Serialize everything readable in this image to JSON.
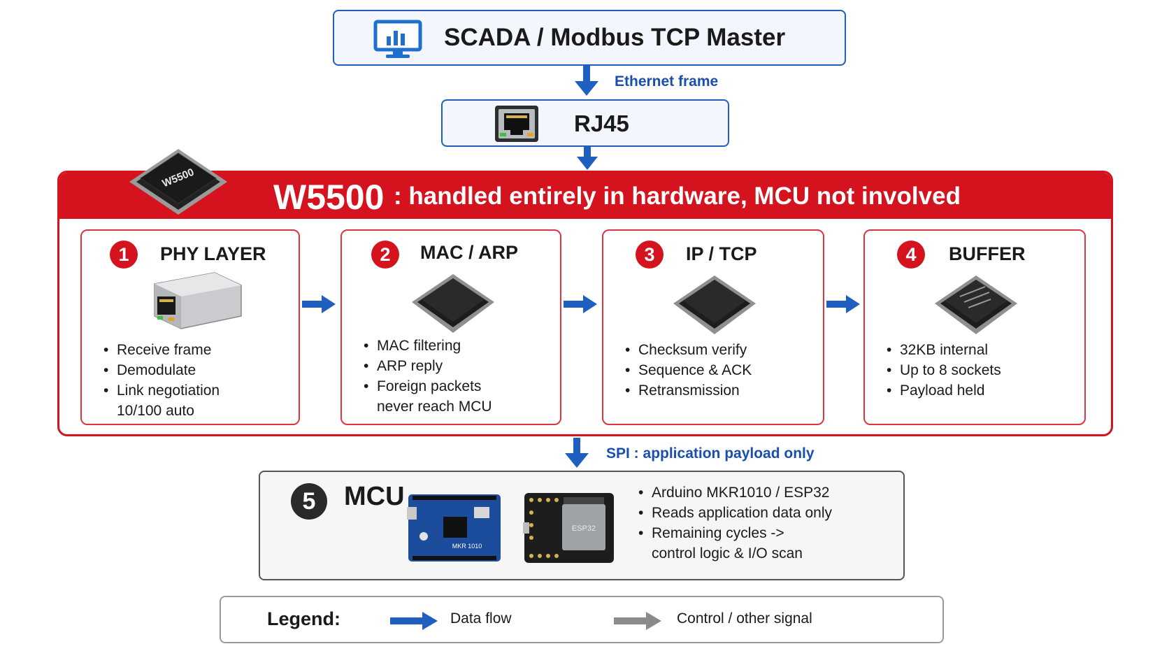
{
  "master": {
    "title": "SCADA / Modbus TCP Master",
    "icon": "monitor-chart-icon"
  },
  "edge1": {
    "label": "Ethernet frame"
  },
  "rj45": {
    "label": "RJ45",
    "icon": "ethernet-port-icon"
  },
  "w5500": {
    "chip_label": "W5500",
    "banner_main": "W5500",
    "banner_sub": ": handled entirely in hardware, MCU not involved"
  },
  "stages": [
    {
      "num": "1",
      "title": "PHY LAYER",
      "icon": "rj45-connector-icon",
      "bullets": [
        "Receive frame",
        "Demodulate",
        "Link negotiation"
      ],
      "bullet_cont": "10/100 auto"
    },
    {
      "num": "2",
      "title": "MAC / ARP",
      "icon": "chip-icon",
      "bullets": [
        "MAC filtering",
        "ARP reply",
        "Foreign packets"
      ],
      "bullet_cont": "never reach MCU"
    },
    {
      "num": "3",
      "title": "IP / TCP",
      "icon": "chip-icon",
      "bullets": [
        "Checksum verify",
        "Sequence & ACK",
        "Retransmission"
      ]
    },
    {
      "num": "4",
      "title": "BUFFER",
      "icon": "memory-chip-icon",
      "bullets": [
        "32KB internal",
        "Up to 8 sockets",
        "Payload held"
      ]
    }
  ],
  "edge2": {
    "label": "SPI : application payload only"
  },
  "mcu": {
    "num": "5",
    "title": "MCU",
    "board1_label": "MKR 1010",
    "board2_label": "ESP32",
    "bullets": [
      "Arduino MKR1010 / ESP32",
      "Reads application data only",
      "Remaining cycles ->"
    ],
    "bullet_cont": "control logic & I/O scan"
  },
  "legend": {
    "title": "Legend:",
    "data_flow": "Data flow",
    "control": "Control / other signal"
  },
  "colors": {
    "blue": "#1f5fbf",
    "red": "#d4131f",
    "gray": "#8a8a8a"
  }
}
